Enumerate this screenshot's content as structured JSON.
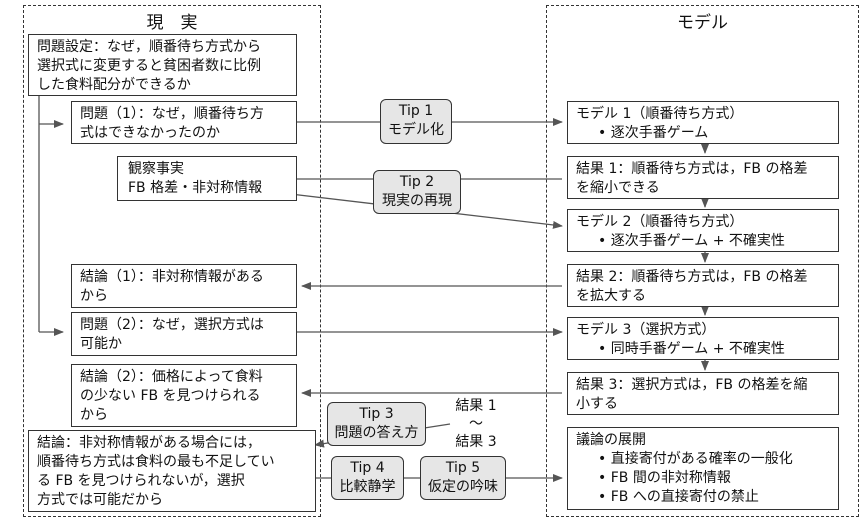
{
  "headers": {
    "left": "現　実",
    "right": "モデル"
  },
  "left": {
    "setup": [
      "問題設定：なぜ，順番待ち方式から",
      "選択式に変更すると貧困者数に比例",
      "した食料配分ができるか"
    ],
    "q1": [
      "問題（1）：なぜ，順番待ち方",
      "式はできなかったのか"
    ],
    "obs": [
      "観察事実",
      "FB 格差・非対称情報"
    ],
    "c1": [
      "結論（1）：非対称情報がある",
      "から"
    ],
    "q2": [
      "問題（2）：なぜ，選択方式は",
      "可能か"
    ],
    "c2": [
      "結論（2）：価格によって食料",
      "の少ない FB を見つけられる",
      "から"
    ],
    "final": [
      "結論：非対称情報がある場合には，",
      "順番待ち方式は食料の最も不足してい",
      "る FB を見つけられないが，選択",
      "方式では可能だから"
    ]
  },
  "right": {
    "m1": {
      "title": "モデル 1（順番待ち方式）",
      "bullet": "• 逐次手番ゲーム"
    },
    "r1": [
      "結果 1：順番待ち方式は，FB の格差",
      "を縮小できる"
    ],
    "m2": {
      "title": "モデル 2（順番待ち方式）",
      "bullet": "• 逐次手番ゲーム + 不確実性"
    },
    "r2": [
      "結果 2：順番待ち方式は，FB の格差",
      "を拡大する"
    ],
    "m3": {
      "title": "モデル 3（選択方式）",
      "bullet": "• 同時手番ゲーム + 不確実性"
    },
    "r3": [
      "結果 3：選択方式は，FB の格差を縮",
      "小する"
    ],
    "dev": {
      "title": "議論の展開",
      "bullets": [
        "• 直接寄付がある確率の一般化",
        "• FB 間の非対称情報",
        "• FB への直接寄付の禁止"
      ]
    }
  },
  "tips": {
    "t1": [
      "Tip 1",
      "モデル化"
    ],
    "t2": [
      "Tip 2",
      "現実の再現"
    ],
    "t3": [
      "Tip 3",
      "問題の答え方"
    ],
    "t4": [
      "Tip 4",
      "比較静学"
    ],
    "t5": [
      "Tip 5",
      "仮定の吟味"
    ]
  },
  "results_range": [
    "結果 1",
    "～",
    "結果 3"
  ]
}
